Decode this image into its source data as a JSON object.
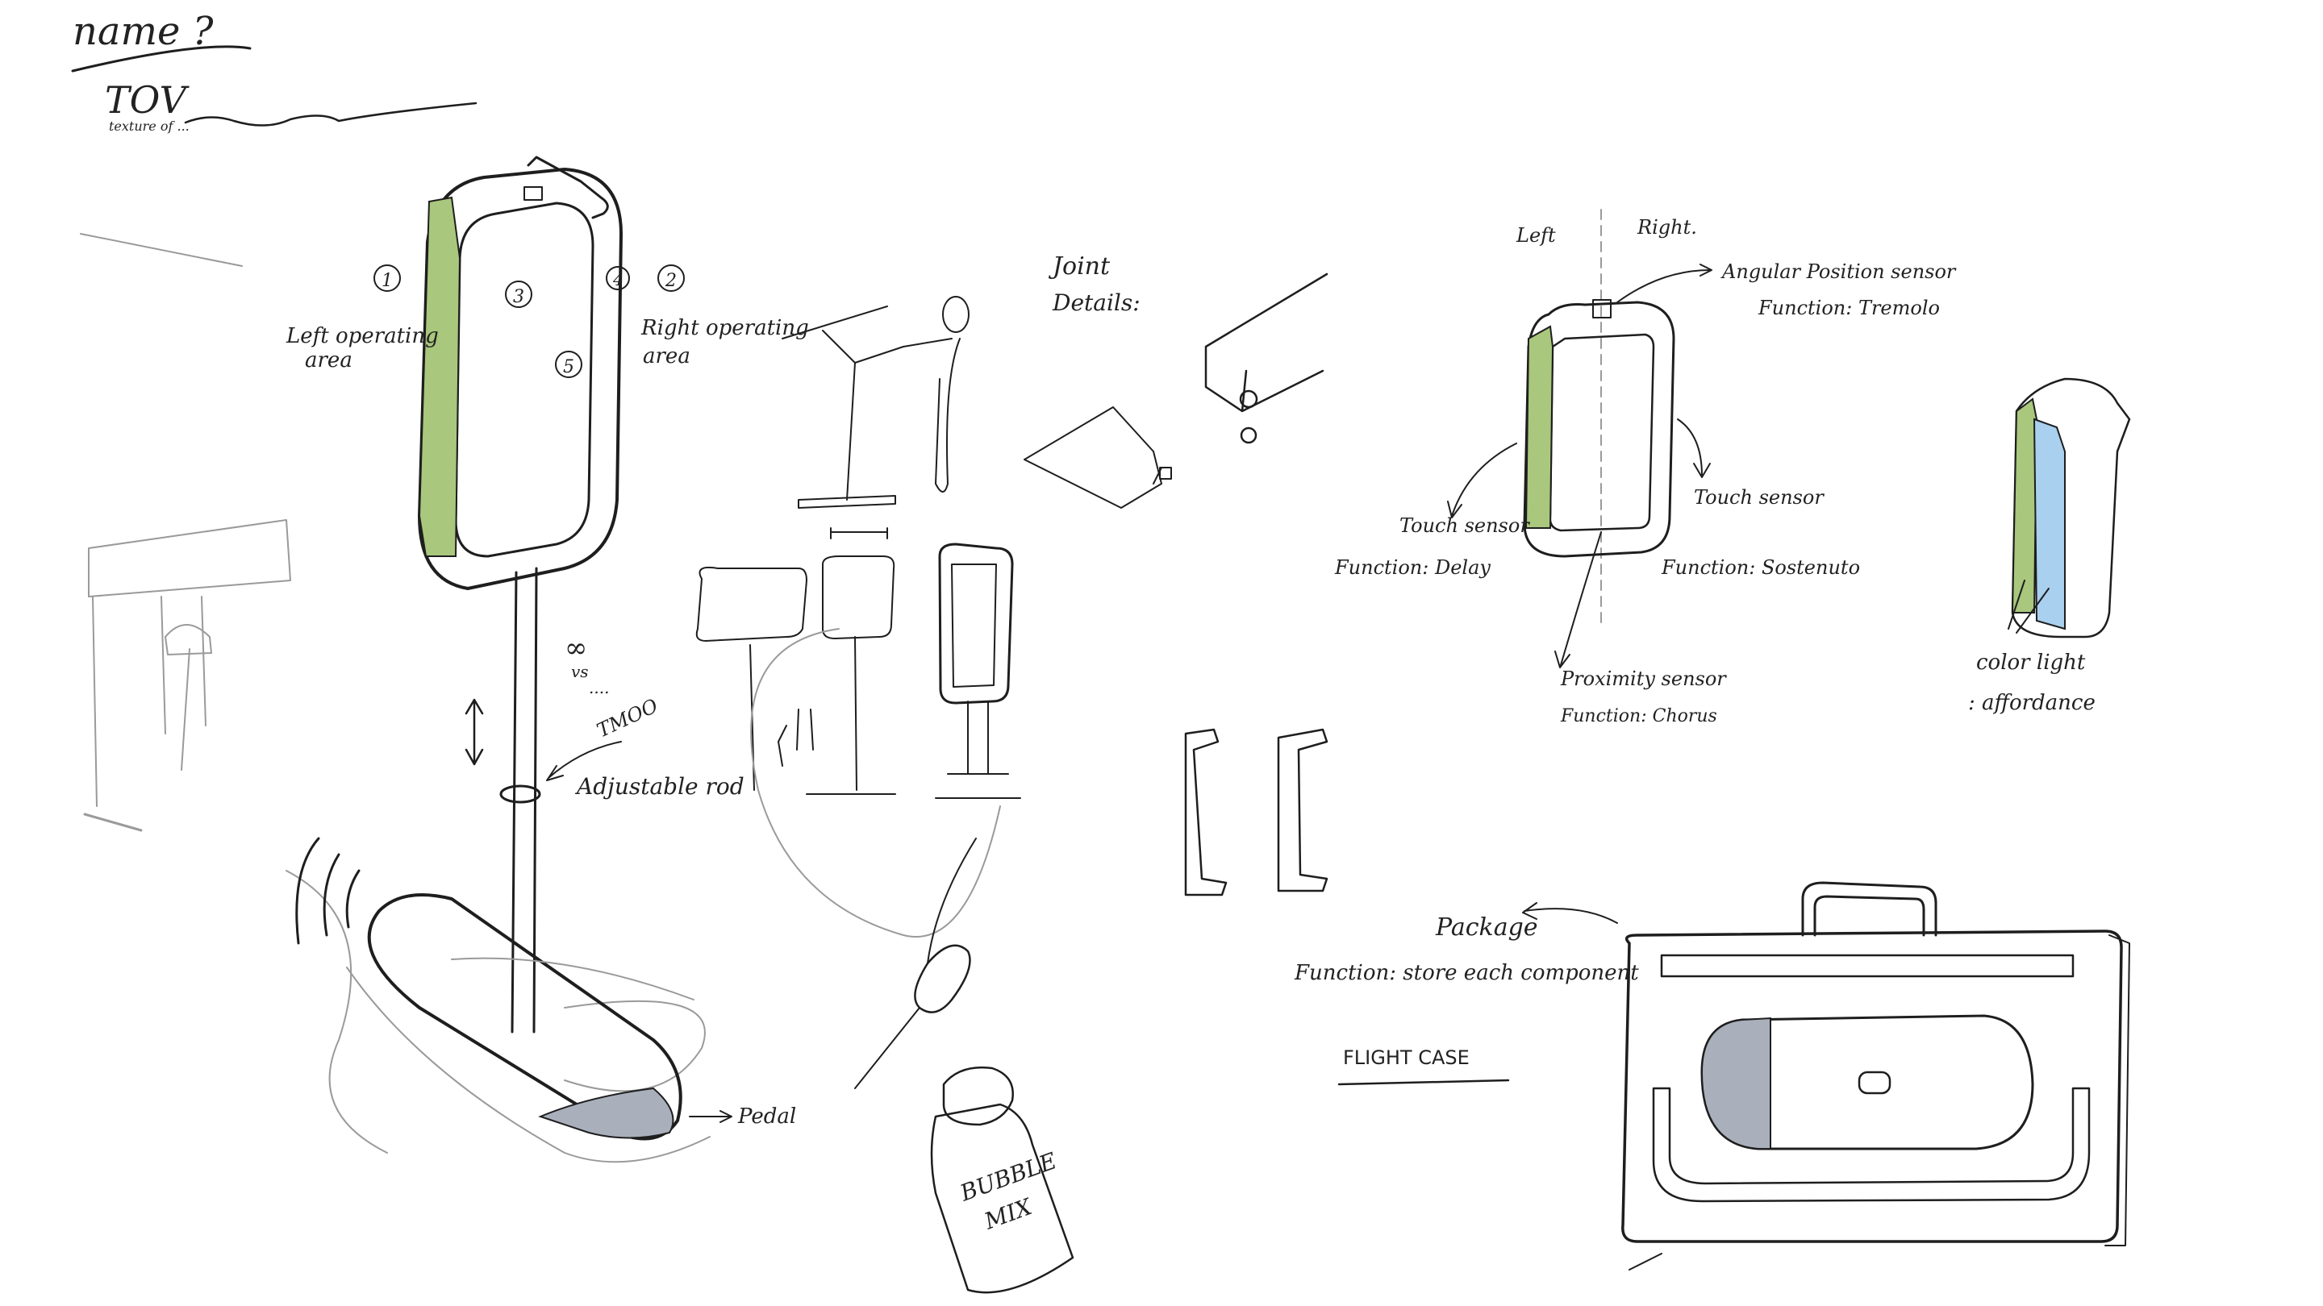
{
  "header": {
    "question": "name ?",
    "title": "TOV",
    "subtitle": "texture of ..."
  },
  "stand": {
    "left_area": [
      "Left operating",
      "area"
    ],
    "right_area": [
      "Right operating",
      "area"
    ],
    "circled_numbers": [
      "1",
      "2",
      "3",
      "4",
      "5"
    ],
    "infinity": "∞",
    "vs": "vs",
    "dots": "....",
    "tmoo": "TMOO",
    "rod_label": "Adjustable rod",
    "pedal_label": "Pedal"
  },
  "joint": {
    "label": [
      "Joint",
      "Details:"
    ]
  },
  "sensors": {
    "left": "Left",
    "right": "Right.",
    "angular": "Angular Position sensor",
    "angular_fn": "Function: Tremolo",
    "touch_left": "Touch sensor",
    "touch_left_fn": "Function:  Delay",
    "touch_right": "Touch sensor",
    "touch_right_fn": "Function:  Sostenuto",
    "proximity": "Proximity sensor",
    "proximity_fn": "Function: Chorus"
  },
  "color_light": {
    "label": "color light",
    "sub": ": affordance"
  },
  "package": {
    "label": "Package",
    "function": "Function: store each component",
    "flight_case": "FLIGHT CASE"
  },
  "bottle": {
    "line1": "BUBBLE",
    "line2": "MIX"
  },
  "colors": {
    "green": "#a9c77d",
    "blue": "#a9d0ee",
    "gray": "#a9b0bc",
    "ink": "#1e1e1e"
  }
}
